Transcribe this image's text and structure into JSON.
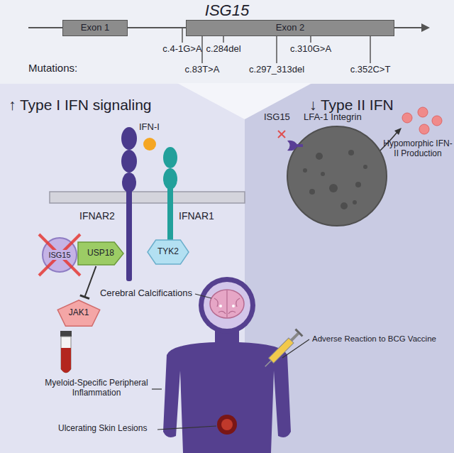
{
  "diagram": {
    "title": "ISG15",
    "nodes": [
      {
        "text": [
          "Exon 1"
        ]
      },
      {
        "text": [
          "Exon 2"
        ]
      },
      {
        "text": [
          "ISG15"
        ]
      },
      {
        "text": [
          "USP18"
        ]
      },
      {
        "text": [
          "TYK2"
        ]
      },
      {
        "text": [
          "JAK1"
        ]
      }
    ],
    "edges": [
      {
        "from": 3,
        "to": 5,
        "arrow": "to"
      }
    ],
    "labels": [
      "Mutations:",
      "c.4-1G>A",
      "c.83T>A",
      "c.284del",
      "c.297_313del",
      "c.310G>A",
      "c.352C>T",
      "↑ Type I IFN signaling",
      "↓ Type II IFN",
      "IFN-I",
      "IFNAR2",
      "IFNAR1",
      "ISG15",
      "LFA-1 Integrin",
      "Hypomorphic IFN-II Production",
      "Cerebral Calcifications",
      "Adverse Reaction to BCG Vaccine",
      "Myeloid-Specific Peripheral Inflammation",
      "Ulcerating Skin Lesions"
    ]
  }
}
